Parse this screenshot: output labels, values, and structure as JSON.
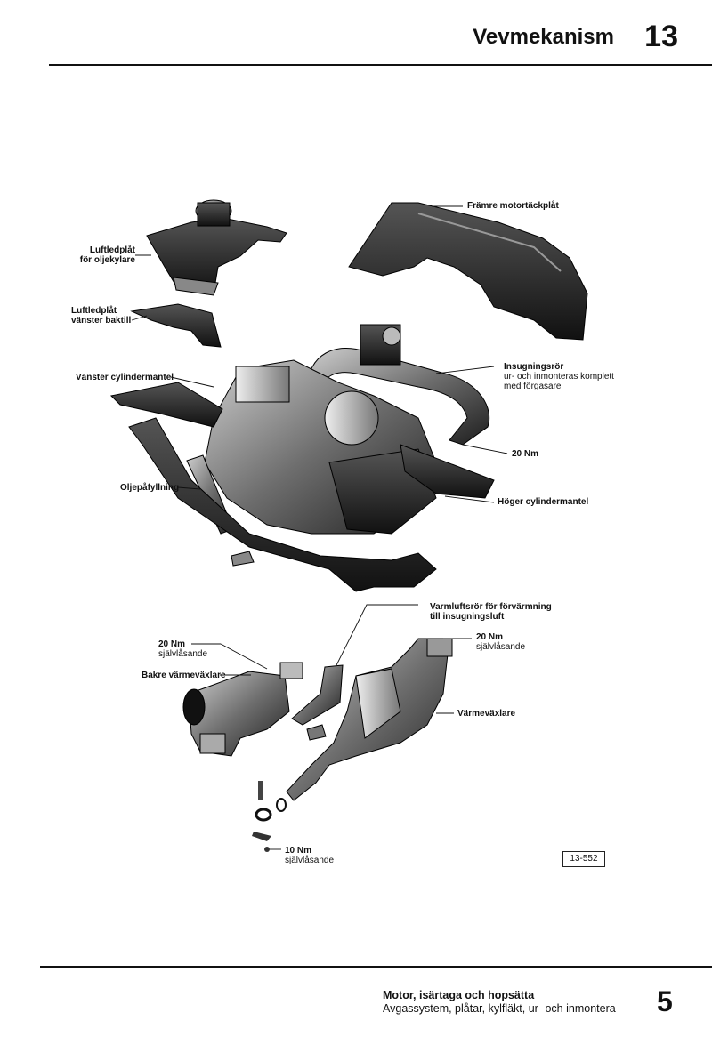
{
  "header": {
    "title": "Vevmekanism",
    "section_number": "13"
  },
  "labels": {
    "front_cover": "Främre motortäckplåt",
    "oil_cooler_1": "Luftledplåt",
    "oil_cooler_2": "för oljekylare",
    "rear_left_1": "Luftledplåt",
    "rear_left_2": "vänster baktill",
    "left_cyl": "Vänster cylindermantel",
    "intake_1": "Insugningsrör",
    "intake_2": "ur- och inmonteras komplett",
    "intake_3": "med förgasare",
    "torque_20nm": "20 Nm",
    "oil_filler": "Oljepåfyllning",
    "right_cyl": "Höger cylindermantel",
    "warm_air_1": "Varmluftsrör för förvärmning",
    "warm_air_2": "till insugningsluft",
    "left_20nm_1": "20 Nm",
    "left_20nm_2": "självlåsande",
    "rear_hx": "Bakre värmeväxlare",
    "right_20nm_1": "20 Nm",
    "right_20nm_2": "självlåsande",
    "hx": "Värmeväxlare",
    "bottom_10nm_1": "10 Nm",
    "bottom_10nm_2": "självlåsande"
  },
  "figure_ref": "13-552",
  "footer": {
    "line1": "Motor, isärtaga och hopsätta",
    "line2": "Avgassystem, plåtar, kylfläkt, ur- och inmontera",
    "page_number": "5"
  }
}
